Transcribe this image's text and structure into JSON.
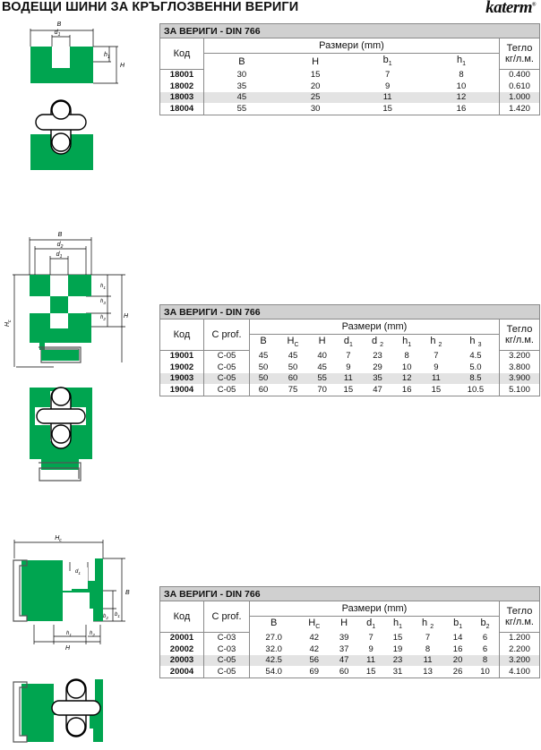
{
  "page": {
    "title": "ВОДЕЩИ ШИНИ ЗА КРЪГЛОЗВЕННИ  ВЕРИГИ",
    "logo": "katerm",
    "logo_mark": "®"
  },
  "colors": {
    "profile_green": "#00a550",
    "header_gray": "#d0d0d0",
    "row_shade": "#e3e3e3"
  },
  "diagram1": {
    "B": "B",
    "d1": "d",
    "d1s": "1",
    "h1": "h",
    "h1s": "1",
    "H": "H"
  },
  "diagram2": {
    "B": "B",
    "d2": "d",
    "d2s": "2",
    "d1": "d",
    "d1s": "1",
    "h1": "h",
    "h1s": "1",
    "h2": "h",
    "h2s": "2",
    "h3": "h",
    "h3s": "3",
    "H": "H",
    "Hc": "H",
    "Hcs": "c"
  },
  "diagram3": {
    "Hc": "H",
    "Hcs": "c",
    "d1": "d",
    "d1s": "1",
    "b1": "b",
    "b1s": "1",
    "b2": "b",
    "b2s": "2",
    "B": "B",
    "h1": "h",
    "h1s": "1",
    "h2": "h",
    "h2s": "2",
    "H": "H"
  },
  "table1": {
    "title": "ЗА ВЕРИГИ - DIN 766",
    "code_label": "Код",
    "dims_label": "Размери (mm)",
    "weight_label_1": "Тегло",
    "weight_label_2": "кг/л.м.",
    "cols": [
      {
        "t": "B",
        "s": ""
      },
      {
        "t": "H",
        "s": ""
      },
      {
        "t": "b",
        "s": "1"
      },
      {
        "t": "h",
        "s": "1"
      }
    ],
    "rows": [
      {
        "code": "18001",
        "vals": [
          "30",
          "15",
          "7",
          "8"
        ],
        "weight": "0.400"
      },
      {
        "code": "18002",
        "vals": [
          "35",
          "20",
          "9",
          "10"
        ],
        "weight": "0.610"
      },
      {
        "code": "18003",
        "vals": [
          "45",
          "25",
          "11",
          "12"
        ],
        "weight": "1.000"
      },
      {
        "code": "18004",
        "vals": [
          "55",
          "30",
          "15",
          "16"
        ],
        "weight": "1.420"
      }
    ]
  },
  "table2": {
    "title": "ЗА ВЕРИГИ - DIN 766",
    "code_label": "Код",
    "cprof_label": "C prof.",
    "dims_label": "Размери (mm)",
    "weight_label_1": "Тегло",
    "weight_label_2": "кг/л.м.",
    "cols": [
      {
        "t": "B",
        "s": ""
      },
      {
        "t": "H",
        "s": "C"
      },
      {
        "t": "H",
        "s": ""
      },
      {
        "t": "d",
        "s": "1"
      },
      {
        "t": "d ",
        "s": "2"
      },
      {
        "t": "h",
        "s": "1"
      },
      {
        "t": "h ",
        "s": "2"
      },
      {
        "t": "h ",
        "s": "3"
      }
    ],
    "rows": [
      {
        "code": "19001",
        "cprof": "C-05",
        "vals": [
          "45",
          "45",
          "40",
          "7",
          "23",
          "8",
          "7",
          "4.5"
        ],
        "weight": "3.200"
      },
      {
        "code": "19002",
        "cprof": "C-05",
        "vals": [
          "50",
          "50",
          "45",
          "9",
          "29",
          "10",
          "9",
          "5.0"
        ],
        "weight": "3.800"
      },
      {
        "code": "19003",
        "cprof": "C-05",
        "vals": [
          "50",
          "60",
          "55",
          "11",
          "35",
          "12",
          "11",
          "8.5"
        ],
        "weight": "3.900"
      },
      {
        "code": "19004",
        "cprof": "C-05",
        "vals": [
          "60",
          "75",
          "70",
          "15",
          "47",
          "16",
          "15",
          "10.5"
        ],
        "weight": "5.100"
      }
    ]
  },
  "table3": {
    "title": "ЗА ВЕРИГИ - DIN 766",
    "code_label": "Код",
    "cprof_label": "C prof.",
    "dims_label": "Размери (mm)",
    "weight_label_1": "Тегло",
    "weight_label_2": "кг/л.м.",
    "cols": [
      {
        "t": "B",
        "s": ""
      },
      {
        "t": "H",
        "s": "C"
      },
      {
        "t": "H",
        "s": ""
      },
      {
        "t": "d",
        "s": "1"
      },
      {
        "t": "h",
        "s": "1"
      },
      {
        "t": "h ",
        "s": "2"
      },
      {
        "t": "b",
        "s": "1"
      },
      {
        "t": "b",
        "s": "2"
      }
    ],
    "rows": [
      {
        "code": "20001",
        "cprof": "C-03",
        "vals": [
          "27.0",
          "42",
          "39",
          "7",
          "15",
          "7",
          "14",
          "6"
        ],
        "weight": "1.200"
      },
      {
        "code": "20002",
        "cprof": "C-03",
        "vals": [
          "32.0",
          "42",
          "37",
          "9",
          "19",
          "8",
          "16",
          "6"
        ],
        "weight": "2.200"
      },
      {
        "code": "20003",
        "cprof": "C-05",
        "vals": [
          "42.5",
          "56",
          "47",
          "11",
          "23",
          "11",
          "20",
          "8"
        ],
        "weight": "3.200"
      },
      {
        "code": "20004",
        "cprof": "C-05",
        "vals": [
          "54.0",
          "69",
          "60",
          "15",
          "31",
          "13",
          "26",
          "10"
        ],
        "weight": "4.100"
      }
    ]
  }
}
